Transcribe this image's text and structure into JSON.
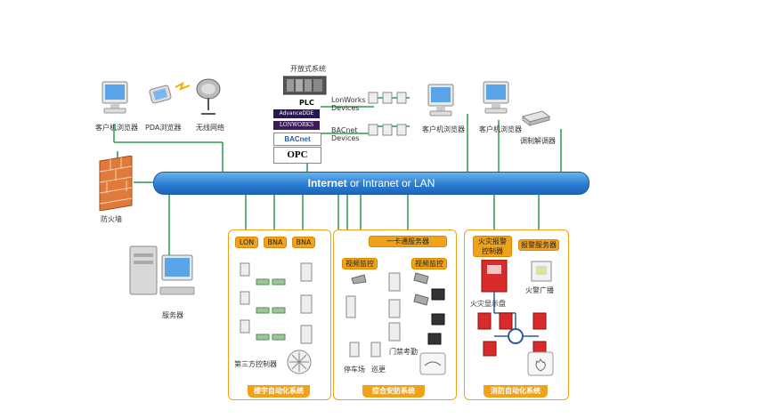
{
  "bus": {
    "strong": "Internet",
    "rest": " or Intranet or LAN"
  },
  "top_left": {
    "client_browser": "客户机浏览器",
    "pda_browser": "PDA浏览器",
    "wireless": "无线网络",
    "firewall": "防火墙",
    "server": "服务器"
  },
  "open_systems": {
    "title": "开放式系统",
    "plc": "PLC",
    "advancedde": "AdvanceDDE",
    "lonworks": "LONWORKS",
    "bacnet": "BACnet",
    "opc": "OPC",
    "lonworks_devices": [
      "LonWorks",
      "Devices"
    ],
    "bacnet_devices": [
      "BACnet",
      "Devices"
    ]
  },
  "top_right": {
    "client_browser_1": "客户机浏览器",
    "client_browser_2": "客户机浏览器",
    "modem": "调制解调器"
  },
  "bas": {
    "tags": [
      "LON",
      "BNA",
      "BNA"
    ],
    "third_party": "第三方控制器",
    "title": "楼宇自动化系统"
  },
  "security": {
    "card_server": "一卡通服务器",
    "video_1": "视频监控",
    "video_2": "视频监控",
    "access": "门禁考勤",
    "parking": "停车场",
    "patrol": "巡更",
    "title": "综合安防系统"
  },
  "fire": {
    "alarm_controller": [
      "火灾报警",
      "控制器"
    ],
    "alarm_server": "报警服务器",
    "fire_display": "火灾显示盘",
    "fire_broadcast": "火警广播",
    "title": "消防自动化系统"
  },
  "colors": {
    "bus": "#2a7ed3",
    "line": "#2a9a4a",
    "orange": "#f0a31a",
    "fire_red": "#d92b2b"
  }
}
